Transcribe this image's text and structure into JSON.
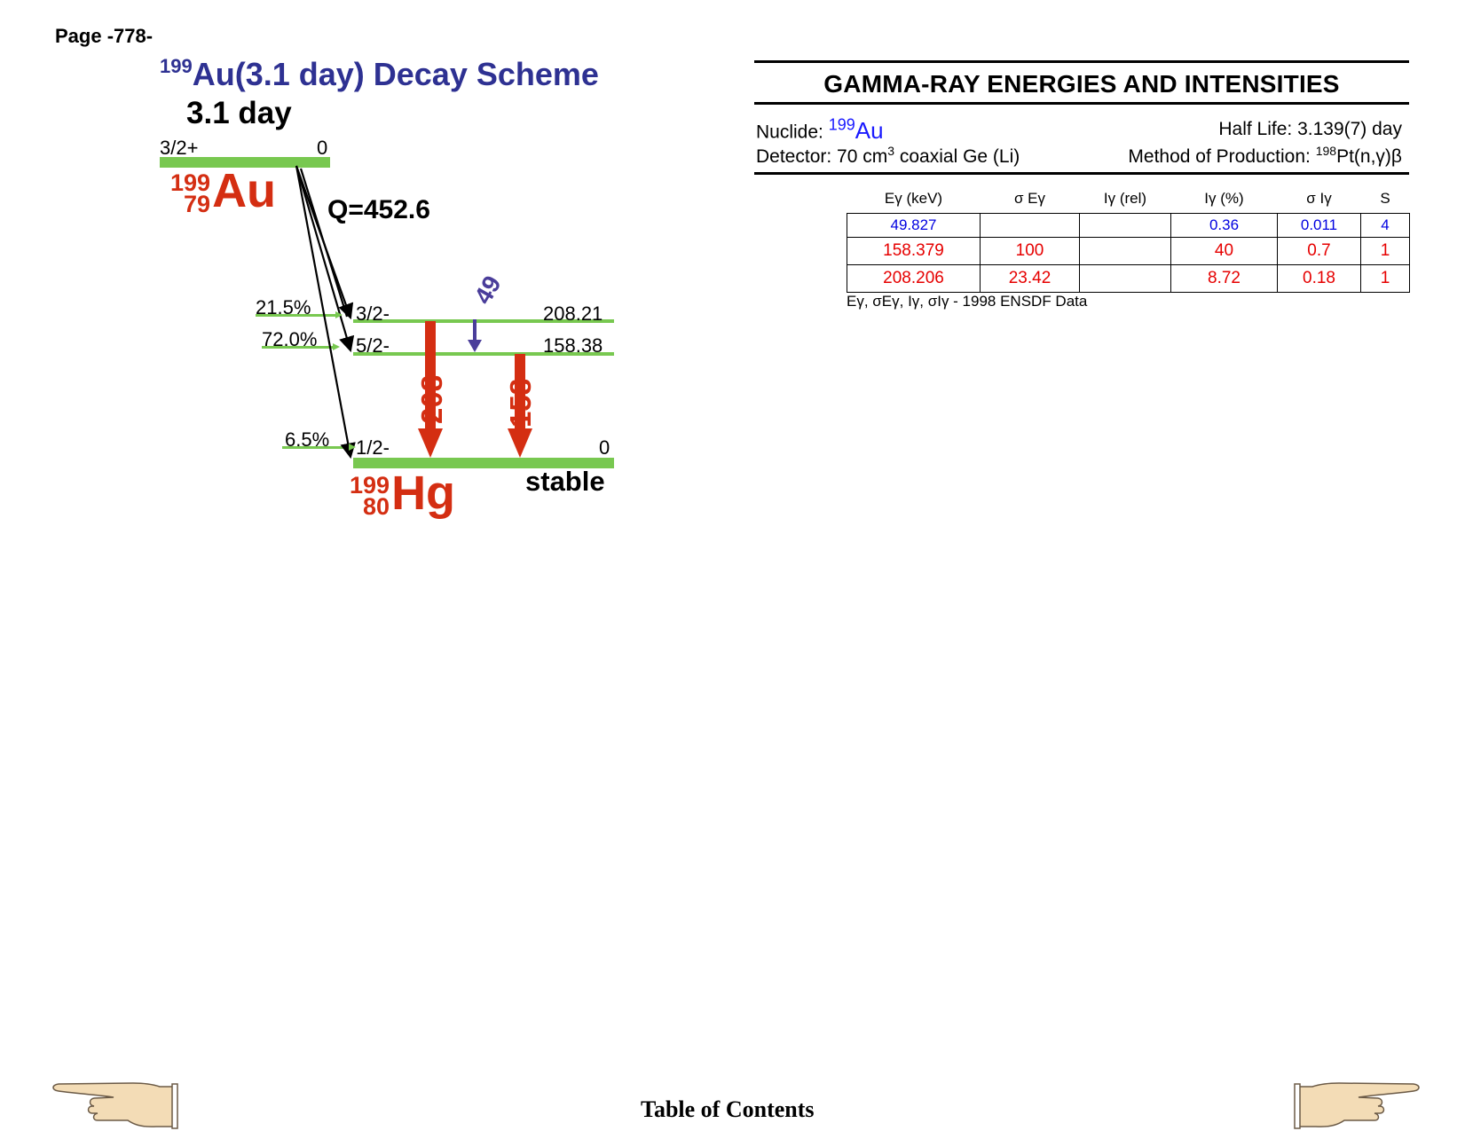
{
  "page": {
    "number": "Page -778-"
  },
  "scheme": {
    "title_mass": "199",
    "title_text": "Au(3.1 day) Decay Scheme",
    "half_life": "3.1 day",
    "parent": {
      "spin": "3/2+",
      "energy": "0",
      "mass": "199",
      "z": "79",
      "symbol": "Au"
    },
    "q_value": "Q=452.6",
    "levels": [
      {
        "spin": "3/2-",
        "energy": "208.21",
        "branch": "21.5%"
      },
      {
        "spin": "5/2-",
        "energy": "158.38",
        "branch": "72.0%"
      },
      {
        "spin": "1/2-",
        "energy": "0",
        "branch": "6.5%"
      }
    ],
    "gammas": [
      {
        "label": "49",
        "color": "#4a3d9a"
      },
      {
        "label": "208",
        "color": "#d42e12"
      },
      {
        "label": "158",
        "color": "#d42e12"
      }
    ],
    "daughter": {
      "mass": "199",
      "z": "80",
      "symbol": "Hg",
      "status": "stable"
    }
  },
  "gamma_table": {
    "title": "GAMMA-RAY ENERGIES AND INTENSITIES",
    "nuclide_label": "Nuclide: ",
    "nuclide_mass": "199",
    "nuclide_symbol": "Au",
    "half_life": "Half Life: 3.139(7) day",
    "detector_prefix": "Detector: 70 cm",
    "detector_sup": "3",
    "detector_suffix": " coaxial Ge (Li)",
    "method_prefix": "Method of Production: ",
    "method_sup": "198",
    "method_suffix": "Pt(n,γ)β",
    "columns": [
      "Eγ (keV)",
      "σ Eγ",
      "Iγ (rel)",
      "Iγ (%)",
      "σ Iγ",
      "S"
    ],
    "rows": [
      {
        "cells": [
          "49.827",
          "",
          "",
          "0.36",
          "0.011",
          "4"
        ],
        "color": "blue"
      },
      {
        "cells": [
          "158.379",
          "100",
          "",
          "40",
          "0.7",
          "1"
        ],
        "color": "red"
      },
      {
        "cells": [
          "208.206",
          "23.42",
          "",
          "8.72",
          "0.18",
          "1"
        ],
        "color": "red"
      }
    ],
    "footnote": "Eγ, σEγ, Iγ, σIγ -  1998 ENSDF Data"
  },
  "footer": {
    "toc": "Table of Contents"
  }
}
